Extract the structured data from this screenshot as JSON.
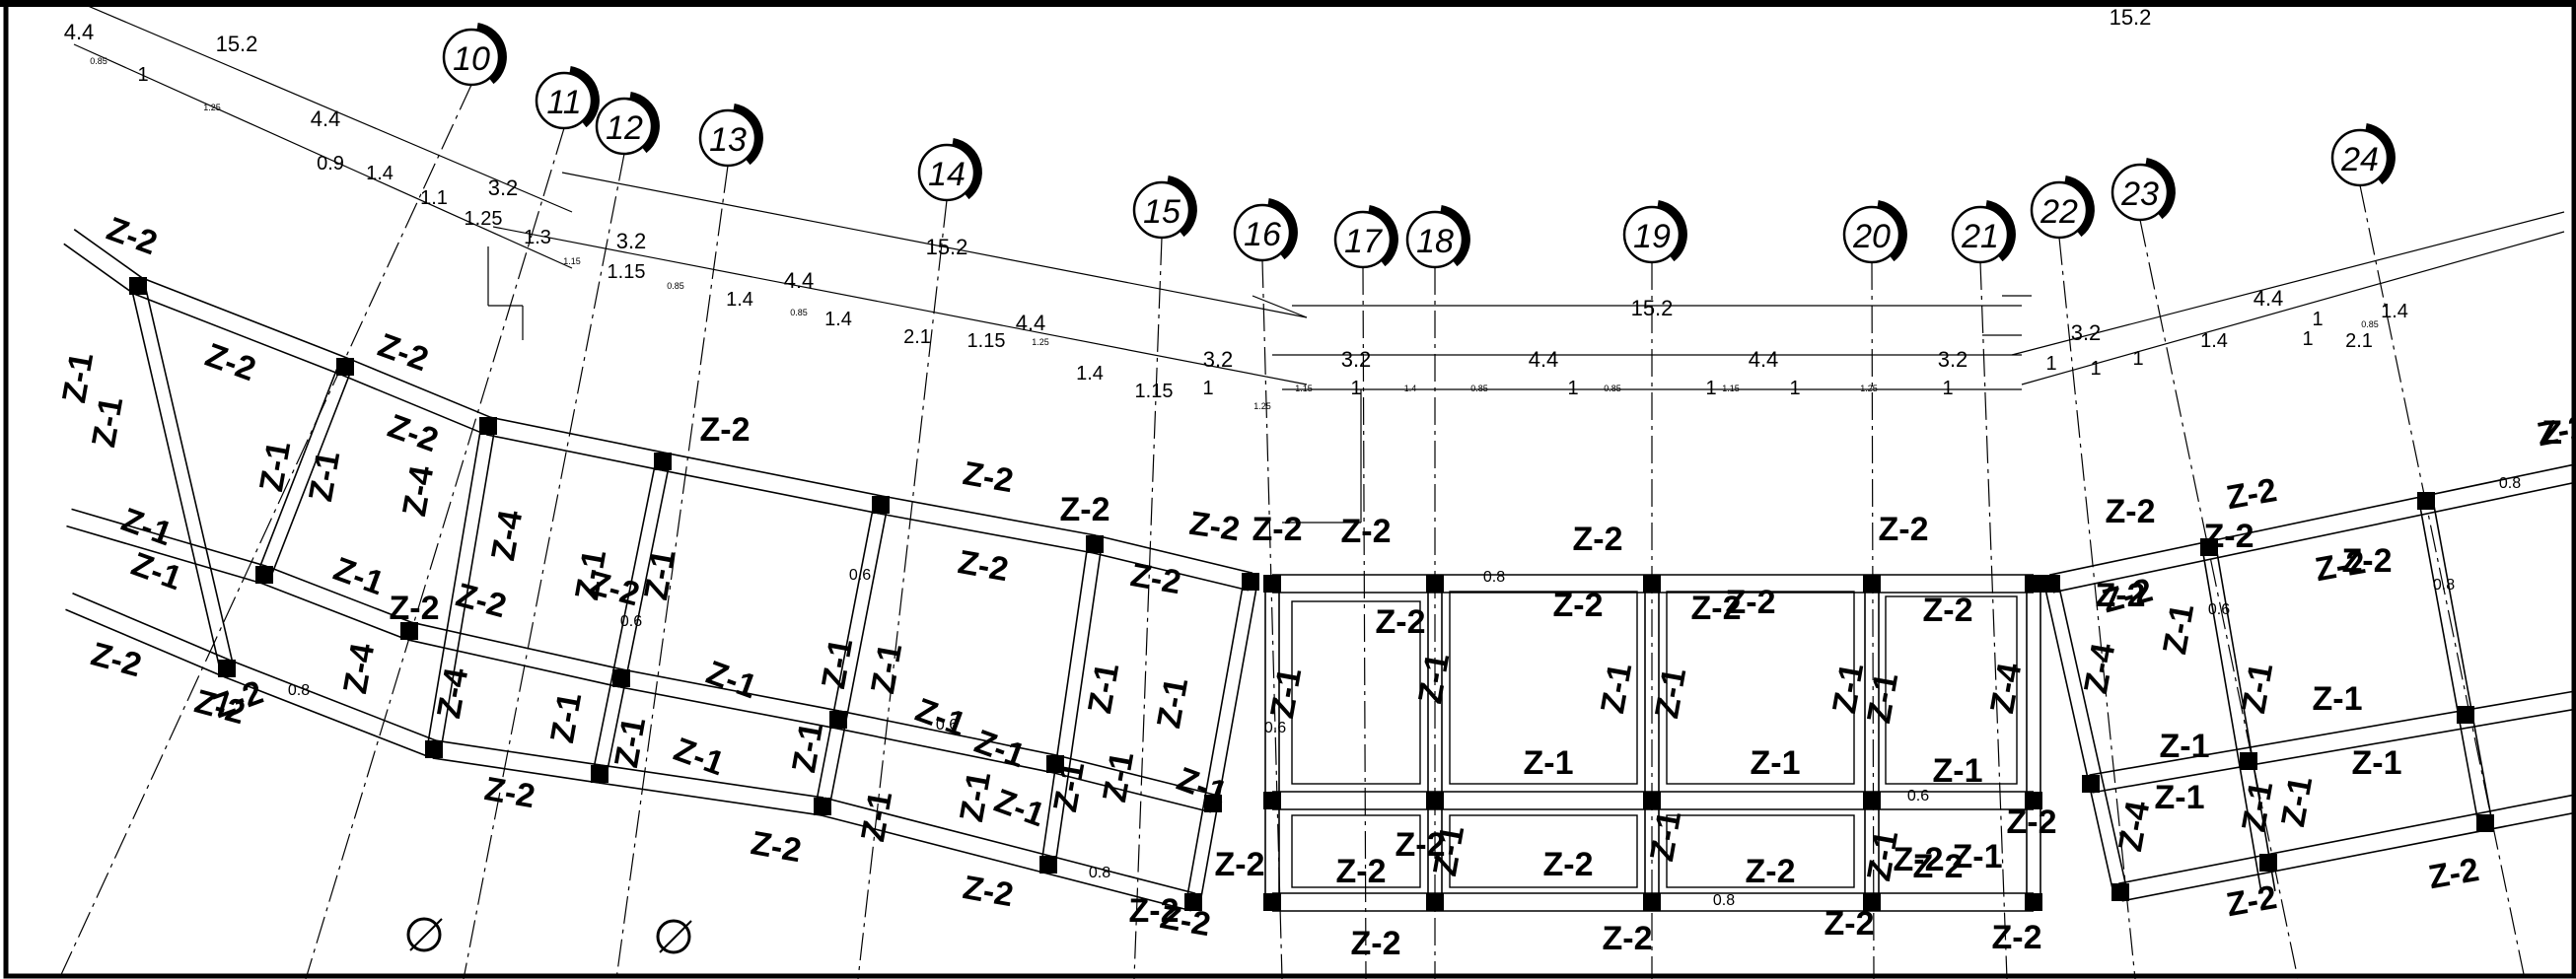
{
  "drawing": {
    "colors": {
      "ink": "#000000",
      "background": "#ffffff",
      "grid": "#000000"
    },
    "grid_bubbles": [
      "10",
      "11",
      "12",
      "13",
      "14",
      "15",
      "16",
      "17",
      "18",
      "19",
      "20",
      "21",
      "22",
      "23",
      "24"
    ],
    "dimensions_top": {
      "overall": [
        "15.2",
        "15.2",
        "15.2",
        "15.2"
      ],
      "main": [
        "4.4",
        "4.4",
        "3.2",
        "3.2",
        "4.4",
        "4.4",
        "3.2",
        "3.2",
        "4.4",
        "4.4",
        "3.2",
        "3.2",
        "4.4"
      ],
      "sub": [
        "1",
        "0.9",
        "1.4",
        "1.1",
        "1.3",
        "1.4",
        "2.1",
        "1.4",
        "1.15",
        "1.4",
        "2.1",
        "1.4",
        "1.25",
        "1.15",
        "1.4",
        "1.15",
        "1",
        "1",
        "1",
        "1",
        "1",
        "1",
        "1",
        "1",
        "1",
        "1",
        "1"
      ],
      "tiny": [
        "0.85",
        "1.25",
        "1.15",
        "0.85",
        "0.85",
        "1.25",
        "1.25",
        "1.15",
        "1.4",
        "0.85",
        "0.85",
        "1.15",
        "1.25",
        "0.85"
      ]
    },
    "beam_labels": [
      "Z-2",
      "Z-2",
      "Z-2",
      "Z-2",
      "Z-2",
      "Z-2",
      "Z-2",
      "Z-2",
      "Z-2",
      "Z-2",
      "Z-2",
      "Z-2",
      "Z-2",
      "Z-2",
      "Z-2",
      "Z-2",
      "Z-2",
      "Z-2",
      "Z-2",
      "Z-2",
      "Z-2",
      "Z-2",
      "Z-2",
      "Z-2",
      "Z-2",
      "Z-2",
      "Z-2",
      "Z-2",
      "Z-2",
      "Z-2",
      "Z-2",
      "Z-2",
      "Z-2",
      "Z-2",
      "Z-2",
      "Z-2",
      "Z-2",
      "Z-2",
      "Z-2",
      "Z-2",
      "Z-2",
      "Z-2",
      "Z-2",
      "Z-2",
      "Z-2",
      "Z-2",
      "Z-2",
      "Z-2",
      "Z-2",
      "Z-2",
      "Z-2",
      "Z-2"
    ],
    "tie_labels": [
      "Z-1",
      "Z-1",
      "Z-1",
      "Z-1",
      "Z-1",
      "Z-1",
      "Z-1",
      "Z-1",
      "Z-1",
      "Z-1",
      "Z-1",
      "Z-1",
      "Z-1",
      "Z-1",
      "Z-1",
      "Z-1",
      "Z-1",
      "Z-1",
      "Z-1",
      "Z-1",
      "Z-1",
      "Z-1",
      "Z-1",
      "Z-1",
      "Z-1",
      "Z-1",
      "Z-1",
      "Z-1",
      "Z-1",
      "Z-1",
      "Z-1",
      "Z-1",
      "Z-1",
      "Z-1",
      "Z-1",
      "Z-1",
      "Z-1",
      "Z-1",
      "Z-1",
      "Z-1",
      "Z-1",
      "Z-1",
      "Z-1",
      "Z-1",
      "Z-1",
      "Z-1",
      "Z-1"
    ],
    "z4_labels": [
      "Z-4",
      "Z-4",
      "Z-4",
      "Z-4",
      "Z-4",
      "Z-4",
      "Z-4"
    ],
    "width_marks": [
      "0.8",
      "0.8",
      "0.8",
      "0.8",
      "0.8",
      "0.8",
      "0.6",
      "0.6",
      "0.6",
      "0.6",
      "0.6",
      "0.6"
    ],
    "partial_label": "Z"
  }
}
